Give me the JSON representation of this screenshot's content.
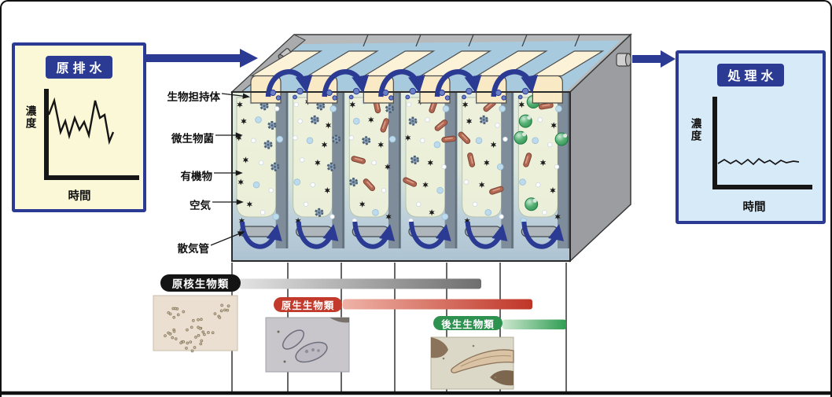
{
  "influent_box": {
    "title": "原排水",
    "y_axis_label": "濃度",
    "x_axis_label": "時間"
  },
  "effluent_box": {
    "title": "処理水",
    "y_axis_label": "濃度",
    "x_axis_label": "時間"
  },
  "tank": {
    "compartment_count": 6,
    "part_labels": [
      {
        "text": "生物担持体"
      },
      {
        "text": "微生物菌"
      },
      {
        "text": "有機物"
      },
      {
        "text": "空気"
      },
      {
        "text": "散気管"
      }
    ]
  },
  "timeline": {
    "bars": [
      {
        "label": "原核生物類",
        "pill_color": "#141414",
        "bar_gradient": [
          "#e3e3e3",
          "#6e6e6e"
        ]
      },
      {
        "label": "原生生物類",
        "pill_color": "#c23a2c",
        "bar_gradient": [
          "#efb3a7",
          "#bf3527"
        ]
      },
      {
        "label": "後生生物類",
        "pill_color": "#2d9150",
        "bar_gradient": [
          "#cde7cf",
          "#2f9e53"
        ]
      }
    ],
    "photos": [
      {
        "type": "prokaryote-micrograph"
      },
      {
        "type": "protist-micrograph"
      },
      {
        "type": "metazoan-micrograph"
      }
    ]
  },
  "colors": {
    "accent_blue": "#2b3a93",
    "influent_bg": "#fbf8d8",
    "effluent_bg": "#d7eaf8",
    "carrier_cream": "#f9e9c4",
    "tank_gray": "#b7b9ba",
    "water_surface": "#a7cadf",
    "bar_gray": "#6e6e6e",
    "bar_red": "#bf3527",
    "bar_green": "#2f9e53"
  }
}
